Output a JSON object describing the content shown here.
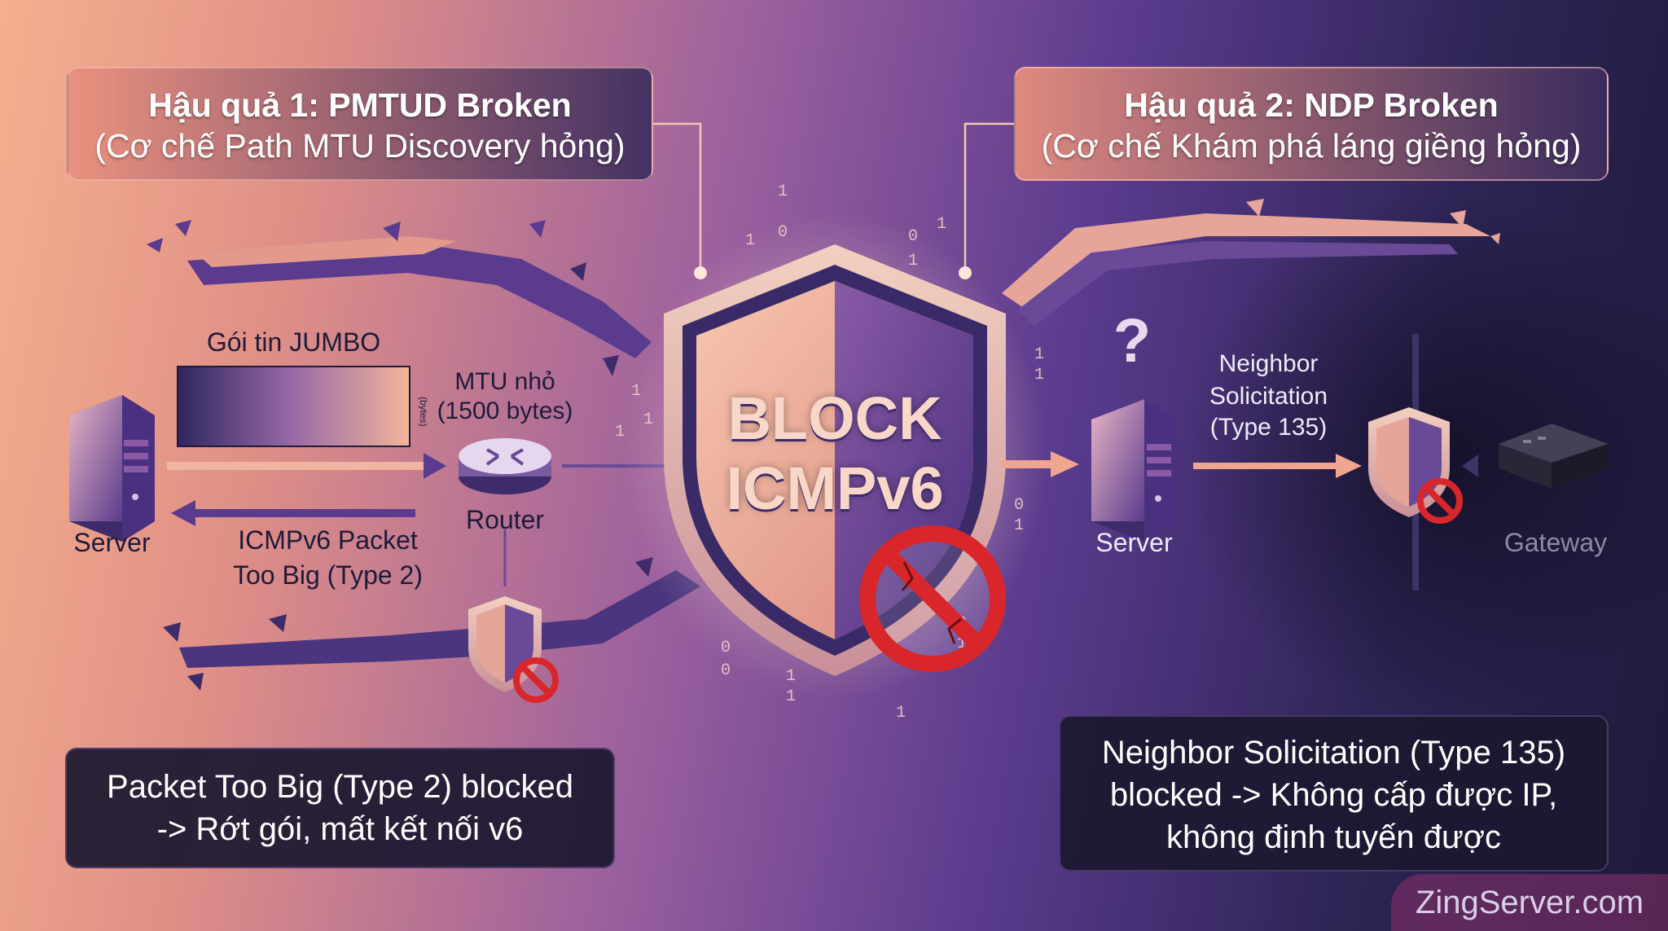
{
  "consequence1": {
    "title": "Hậu quả 1: PMTUD Broken",
    "subtitle": "(Cơ chế Path MTU Discovery hỏng)"
  },
  "consequence2": {
    "title": "Hậu quả 2: NDP Broken",
    "subtitle": "(Cơ chế Khám phá láng giềng hỏng)"
  },
  "left": {
    "jumbo_label": "Gói tin JUMBO",
    "mtu_label_1": "MTU nhỏ",
    "mtu_label_2": "(1500 bytes)",
    "small_vertical": "(bytes)",
    "server_label": "Server",
    "router_label": "Router",
    "icmp_label_1": "ICMPv6 Packet",
    "icmp_label_2": "Too Big (Type 2)",
    "result_line1": "Packet Too Big (Type 2) blocked",
    "result_line2": "-> Rớt gói, mất kết nối v6"
  },
  "center": {
    "line1": "BLOCK",
    "line2": "ICMPv6"
  },
  "right": {
    "question": "?",
    "ns_1": "Neighbor",
    "ns_2": "Solicitation",
    "ns_3": "(Type 135)",
    "server_label": "Server",
    "gateway_label": "Gateway",
    "result_line1": "Neighbor Solicitation (Type 135)",
    "result_line2": "blocked -> Không cấp được IP,",
    "result_line3": "không định tuyến được"
  },
  "watermark": "ZingServer.com",
  "colors": {
    "accent_peach": "#f4b08e",
    "accent_purple": "#5a3b8e",
    "block_red": "#d8262b",
    "dark_panel": "#1c1830"
  },
  "icons": [
    "server-icon",
    "router-icon",
    "shield-icon",
    "no-entry-icon",
    "gateway-icon"
  ]
}
